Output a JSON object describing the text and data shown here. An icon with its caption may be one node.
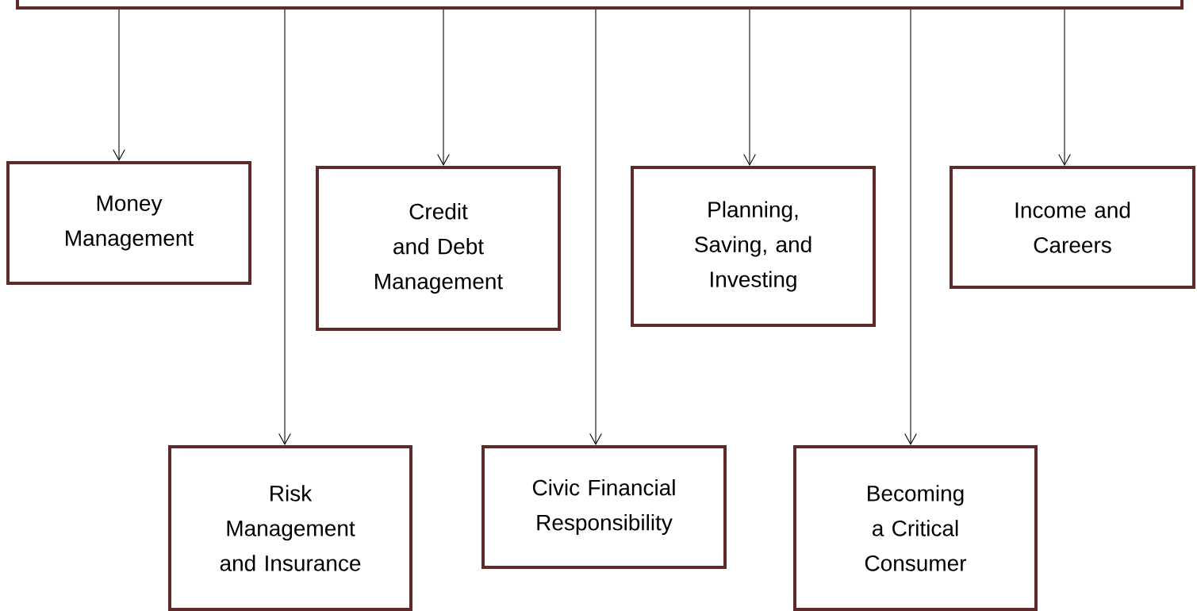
{
  "diagram": {
    "nodes": [
      {
        "text": [],
        "shape": "box"
      },
      {
        "text": [
          "Money Management"
        ]
      },
      {
        "text": [
          "Credit and Debt Management"
        ]
      },
      {
        "text": [
          "Planning, Saving, and Investing"
        ]
      },
      {
        "text": [
          "Income and Careers"
        ]
      },
      {
        "text": [
          "Risk Management and Insurance"
        ]
      },
      {
        "text": [
          "Civic Financial Responsibility"
        ]
      },
      {
        "text": [
          "Becoming a Critical Consumer"
        ]
      }
    ],
    "edges": [
      {
        "from": 0,
        "to": 1,
        "arrow": "to"
      },
      {
        "from": 0,
        "to": 5,
        "arrow": "to"
      },
      {
        "from": 0,
        "to": 2,
        "arrow": "to"
      },
      {
        "from": 0,
        "to": 6,
        "arrow": "to"
      },
      {
        "from": 0,
        "to": 3,
        "arrow": "to"
      },
      {
        "from": 0,
        "to": 7,
        "arrow": "to"
      },
      {
        "from": 0,
        "to": 4,
        "arrow": "to"
      }
    ]
  }
}
